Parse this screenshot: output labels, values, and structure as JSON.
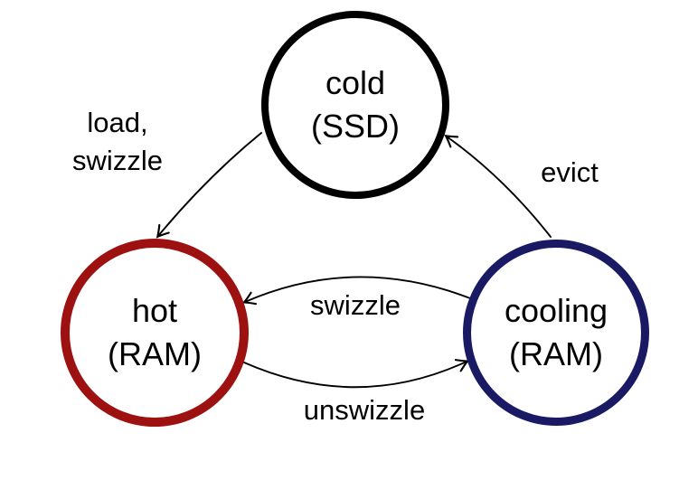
{
  "states": [
    {
      "id": "cold",
      "name": "cold",
      "storage": "(SSD)",
      "border_color": "#000000"
    },
    {
      "id": "hot",
      "name": "hot",
      "storage": "(RAM)",
      "border_color": "#9e1111"
    },
    {
      "id": "cooling",
      "name": "cooling",
      "storage": "(RAM)",
      "border_color": "#191964"
    }
  ],
  "transitions": [
    {
      "from": "cold",
      "to": "hot",
      "label_line1": "load,",
      "label_line2": "swizzle"
    },
    {
      "from": "cooling",
      "to": "cold",
      "label": "evict"
    },
    {
      "from": "cooling",
      "to": "hot",
      "label": "swizzle"
    },
    {
      "from": "hot",
      "to": "cooling",
      "label": "unswizzle"
    }
  ],
  "colors": {
    "background": "#ffffff",
    "arrow": "#000000",
    "text": "#000000"
  }
}
